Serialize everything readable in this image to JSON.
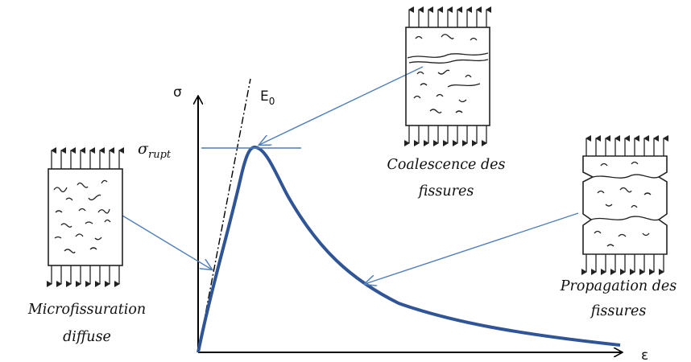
{
  "axes": {
    "y_label": "σ",
    "x_label": "ε"
  },
  "tangent": {
    "label": "E",
    "subscript": "0"
  },
  "peak": {
    "label_main": "σ",
    "label_sub": "rupt"
  },
  "stages": {
    "microfissuration": {
      "line1": "Microfissuration",
      "line2": "diffuse"
    },
    "coalescence": {
      "line1": "Coalescence des",
      "line2": "fissures"
    },
    "propagation": {
      "line1": "Propagation des",
      "line2": "fissures"
    }
  },
  "colors": {
    "curve": "#2F5597",
    "arrow": "#4F7FBD",
    "axis": "#000000"
  }
}
